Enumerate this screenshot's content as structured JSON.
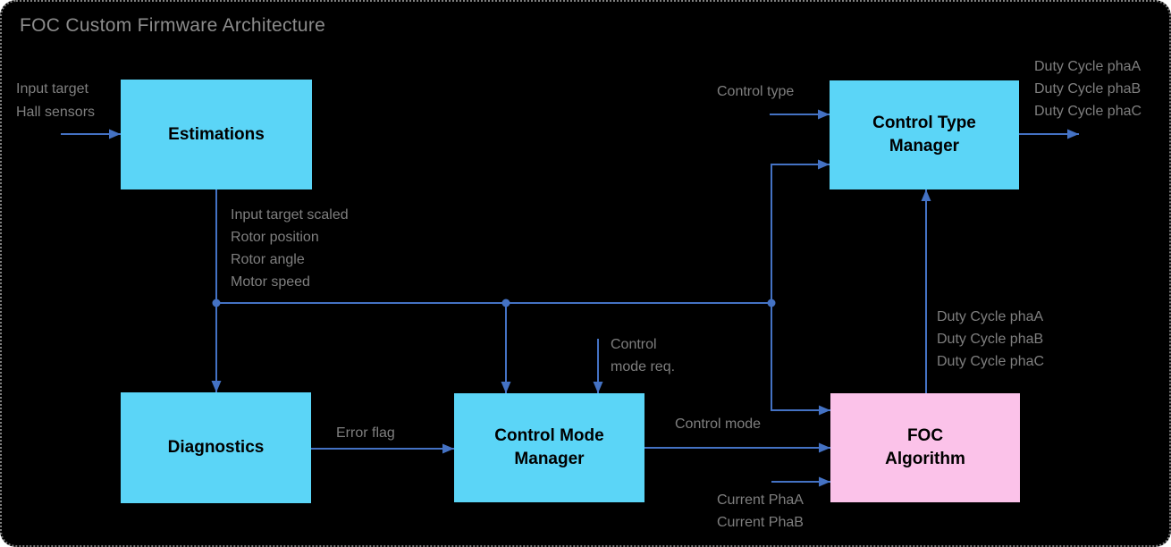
{
  "title": "FOC Custom Firmware Architecture",
  "colors": {
    "box_cyan": "#5bd5f7",
    "box_pink": "#fbc2e9",
    "arrow_blue": "#4472c4",
    "label_gray": "#7f7f7f",
    "title_gray": "#8c8c8c",
    "canvas_black": "#000000",
    "border_gray": "#7f7f7f"
  },
  "boxes": {
    "estimations": {
      "label": "Estimations"
    },
    "diagnostics": {
      "label": "Diagnostics"
    },
    "control_mode_manager": {
      "label": "Control Mode Manager"
    },
    "control_type_manager": {
      "label": "Control Type Manager"
    },
    "foc_algorithm": {
      "label": "FOC Algorithm"
    }
  },
  "labels": {
    "estimations_inputs": {
      "lines": [
        "Input target",
        "Hall sensors"
      ]
    },
    "estimations_outputs": {
      "lines": [
        "Input target scaled",
        "Rotor position",
        "Rotor angle",
        "Motor speed"
      ]
    },
    "control_type_input": {
      "text": "Control type"
    },
    "duty_cycle_outputs": {
      "lines": [
        "Duty Cycle phaA",
        "Duty Cycle phaB",
        "Duty Cycle phaC"
      ]
    },
    "control_mode_request": {
      "lines": [
        "Control",
        "mode req."
      ]
    },
    "error_flag": {
      "text": "Error flag"
    },
    "control_mode": {
      "text": "Control mode"
    },
    "duty_cycle_foc": {
      "lines": [
        "Duty Cycle phaA",
        "Duty Cycle phaB",
        "Duty Cycle phaC"
      ]
    },
    "current_inputs": {
      "lines": [
        "Current PhaA",
        "Current PhaB"
      ]
    }
  }
}
